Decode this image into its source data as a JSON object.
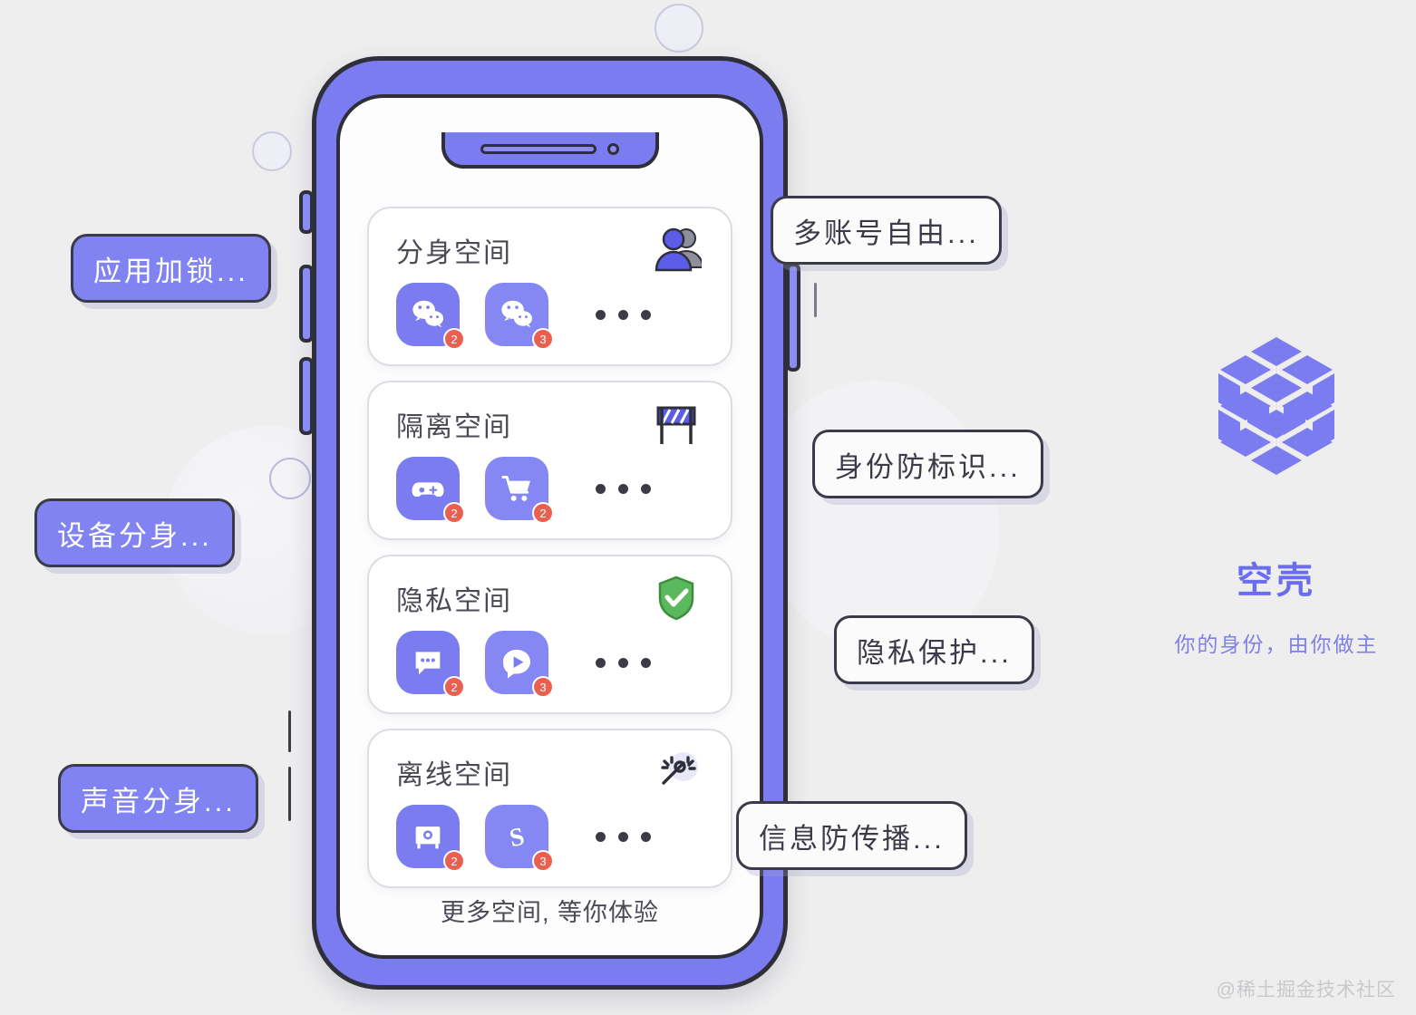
{
  "background": {
    "color": "#eeeeef",
    "accent": "#7b7cf0",
    "outline": "#2f2f3a"
  },
  "phone": {
    "notch": {
      "speaker": "speaker-slot",
      "camera": "front-camera-dot"
    },
    "buttons": [
      "mute-switch",
      "volume-up",
      "volume-down",
      "power-button"
    ],
    "footer_text": "更多空间, 等你体验"
  },
  "cards": [
    {
      "title": "分身空间",
      "badge_icon": "dual-user-icon",
      "apps": [
        {
          "icon": "wechat-icon",
          "count": "2"
        },
        {
          "icon": "wechat-icon",
          "count": "3"
        }
      ],
      "more_icon": "ellipsis-icon"
    },
    {
      "title": "隔离空间",
      "badge_icon": "barrier-icon",
      "apps": [
        {
          "icon": "gamepad-icon",
          "count": "2"
        },
        {
          "icon": "shopping-cart-icon",
          "count": "2"
        }
      ],
      "more_icon": "ellipsis-icon"
    },
    {
      "title": "隐私空间",
      "badge_icon": "green-shield-check-icon",
      "apps": [
        {
          "icon": "chat-bubble-icon",
          "count": "2"
        },
        {
          "icon": "video-play-icon",
          "count": "3"
        }
      ],
      "more_icon": "ellipsis-icon"
    },
    {
      "title": "离线空间",
      "badge_icon": "no-signal-icon",
      "apps": [
        {
          "icon": "safe-box-icon",
          "count": "2"
        },
        {
          "icon": "sogou-s-icon",
          "count": "3"
        }
      ],
      "more_icon": "ellipsis-icon"
    }
  ],
  "callouts_left": [
    {
      "label": "应用加锁..."
    },
    {
      "label": "设备分身..."
    },
    {
      "label": "声音分身..."
    }
  ],
  "callouts_right": [
    {
      "label": "多账号自由..."
    },
    {
      "label": "身份防标识..."
    },
    {
      "label": "隐私保护..."
    },
    {
      "label": "信息防传播..."
    }
  ],
  "brand": {
    "logo_icon": "isometric-cube-logo",
    "name": "空壳",
    "tagline": "你的身份，由你做主"
  },
  "watermark": "@稀土掘金技术社区"
}
